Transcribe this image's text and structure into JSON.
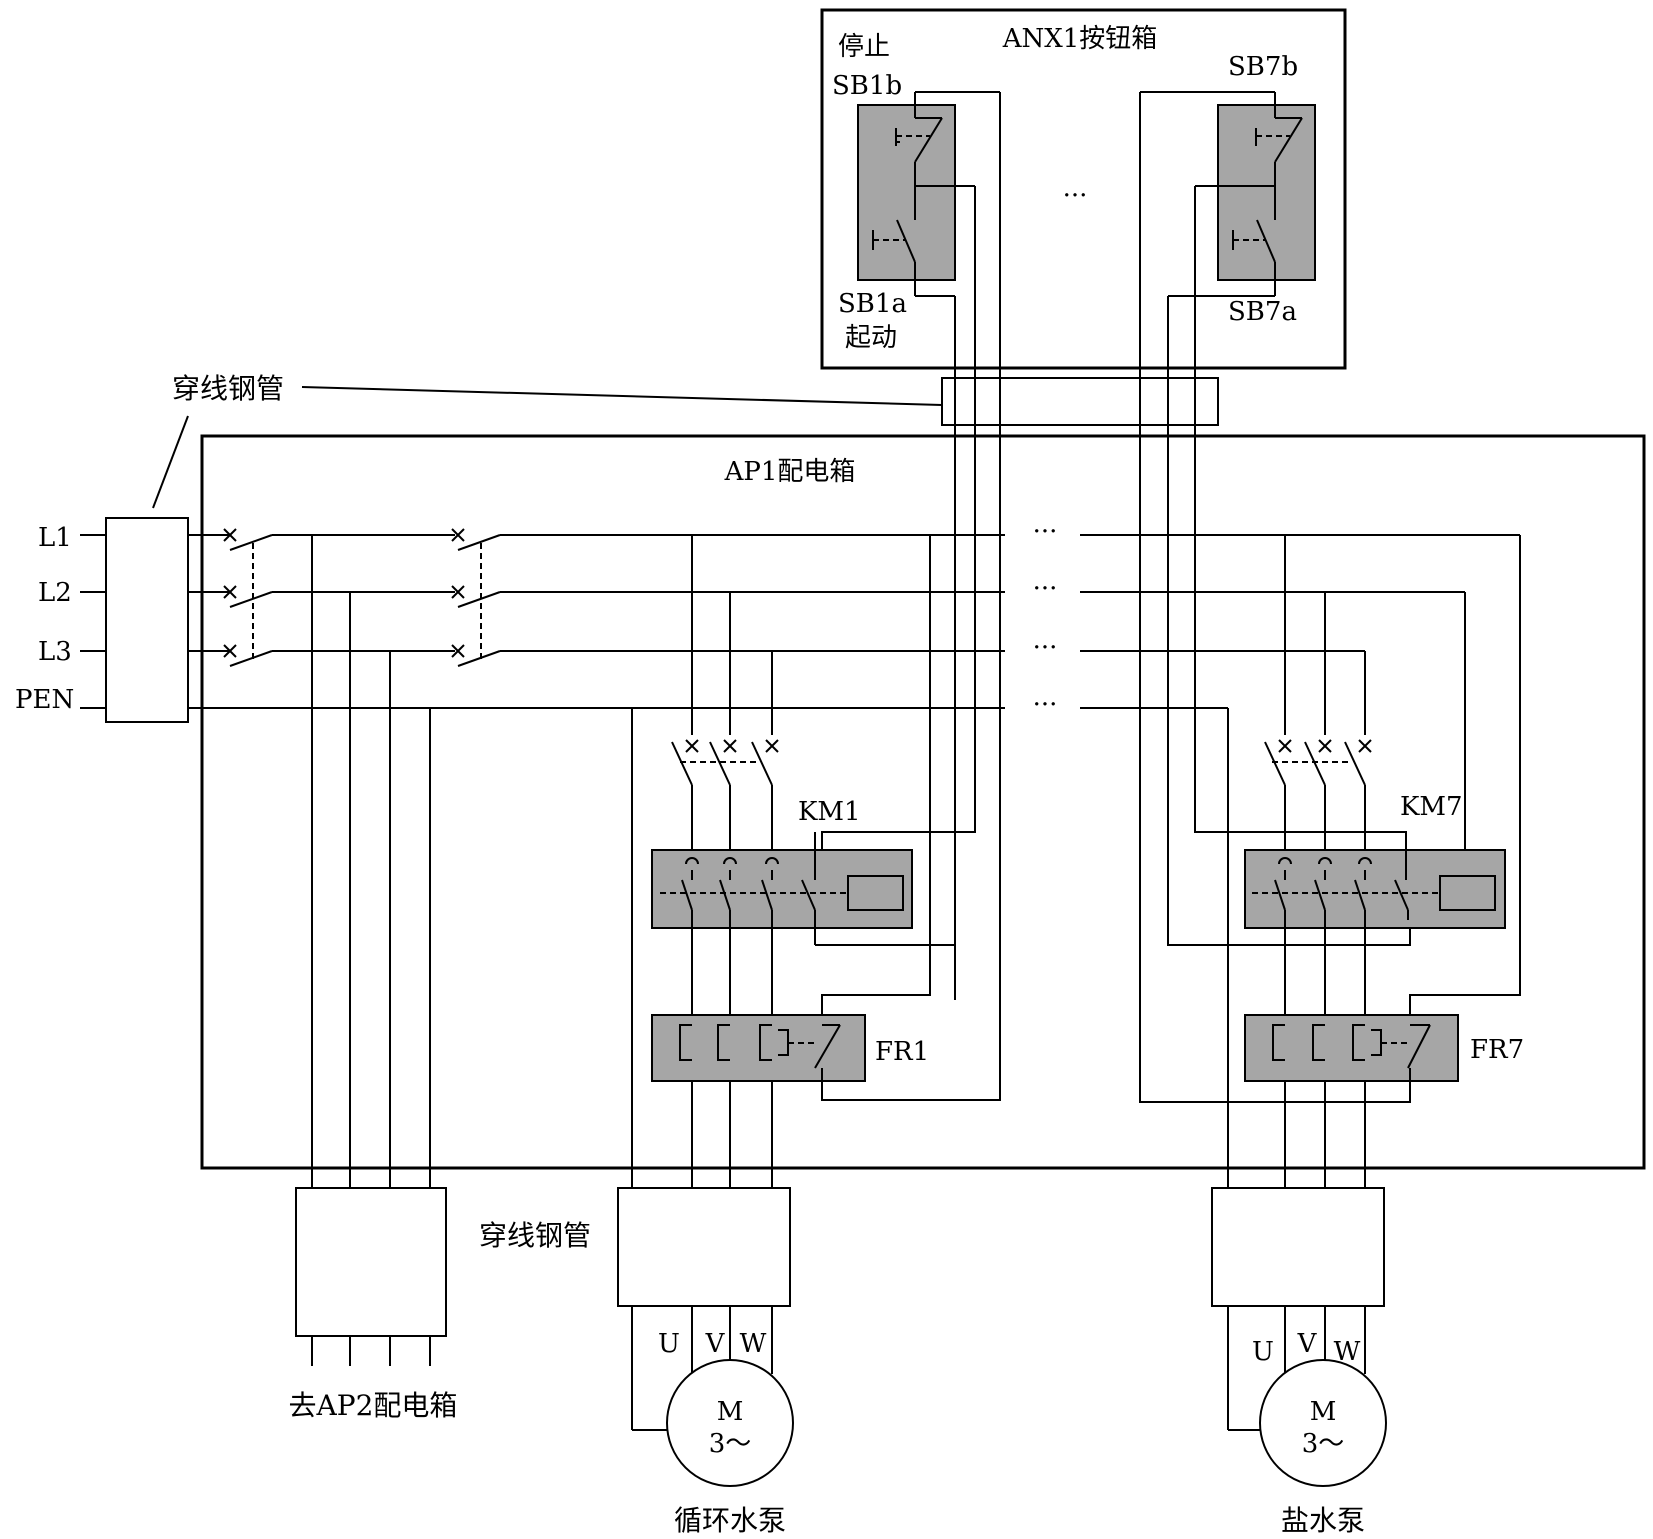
{
  "button_box": {
    "title": "ANX1按钮箱",
    "stop_label": "停止",
    "sb1b": "SB1b",
    "sb1a": "SB1a",
    "start_label": "起动",
    "sb7b": "SB7b",
    "sb7a": "SB7a",
    "ellipsis": "..."
  },
  "conduit": {
    "label_top": "穿线钢管",
    "label_mid": "穿线钢管"
  },
  "distribution_box": {
    "title": "AP1配电箱",
    "ellipsis": "···"
  },
  "lines": [
    "L1",
    "L2",
    "L3",
    "PEN"
  ],
  "branch1": {
    "contactor": "KM1",
    "relay": "FR1",
    "phases": [
      "U",
      "V",
      "W"
    ],
    "motor": "M",
    "motor_type": "3～",
    "load": "循环水泵"
  },
  "branch7": {
    "contactor": "KM7",
    "relay": "FR7",
    "phases": [
      "U",
      "V",
      "W"
    ],
    "motor": "M",
    "motor_type": "3～",
    "load": "盐水泵"
  },
  "feeder": {
    "label": "去AP2配电箱"
  }
}
